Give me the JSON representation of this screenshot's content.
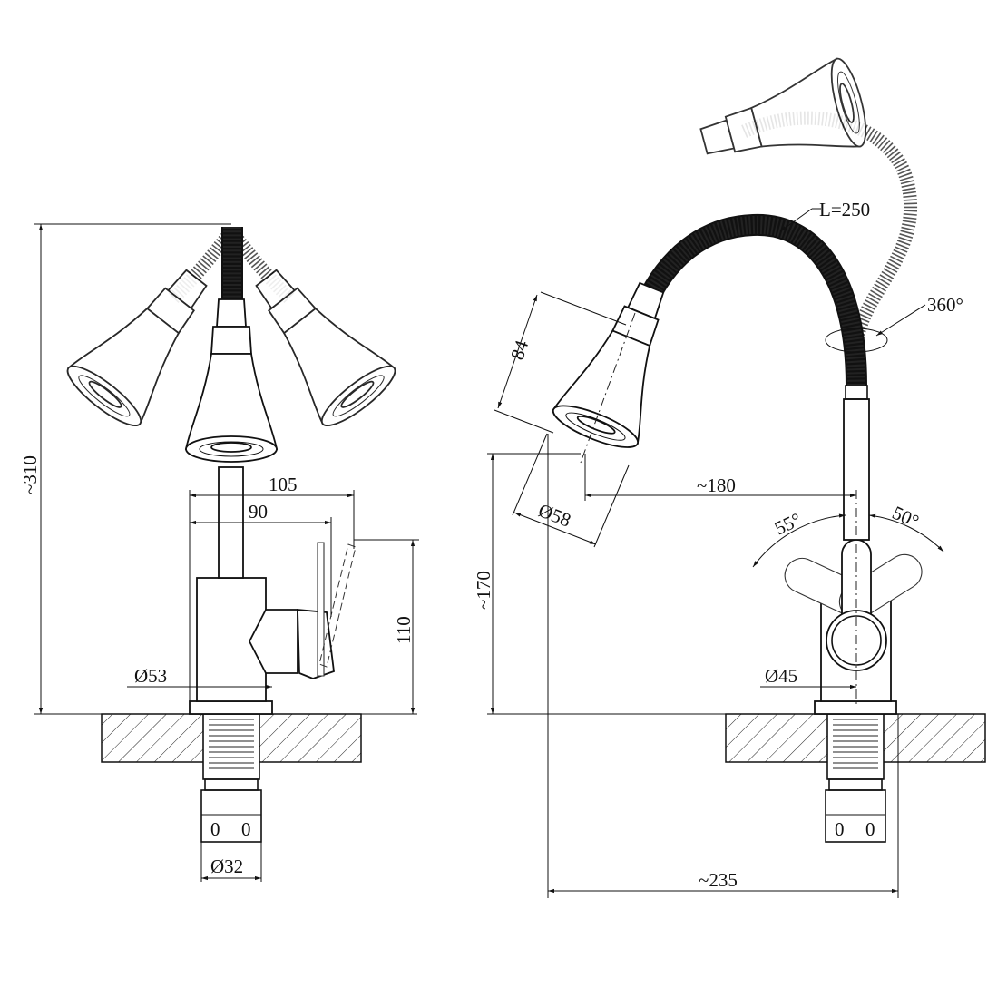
{
  "front_view": {
    "height_label": "~310",
    "reach_label": "105",
    "handle_reach_label": "90",
    "handle_height_label": "110",
    "base_diameter_label": "Ø53",
    "thread_diameter_label": "Ø32",
    "fitting_marks": [
      "0",
      "0"
    ]
  },
  "side_view": {
    "hose_length_label": "L=250",
    "rotation_label": "360°",
    "head_length_label": "84",
    "head_diameter_label": "Ø58",
    "spout_reach_label": "~180",
    "lever_left_angle_label": "55°",
    "lever_right_angle_label": "50°",
    "spout_height_label": "~170",
    "body_diameter_label": "Ø45",
    "total_depth_label": "~235",
    "fitting_marks": [
      "0",
      "0"
    ]
  }
}
